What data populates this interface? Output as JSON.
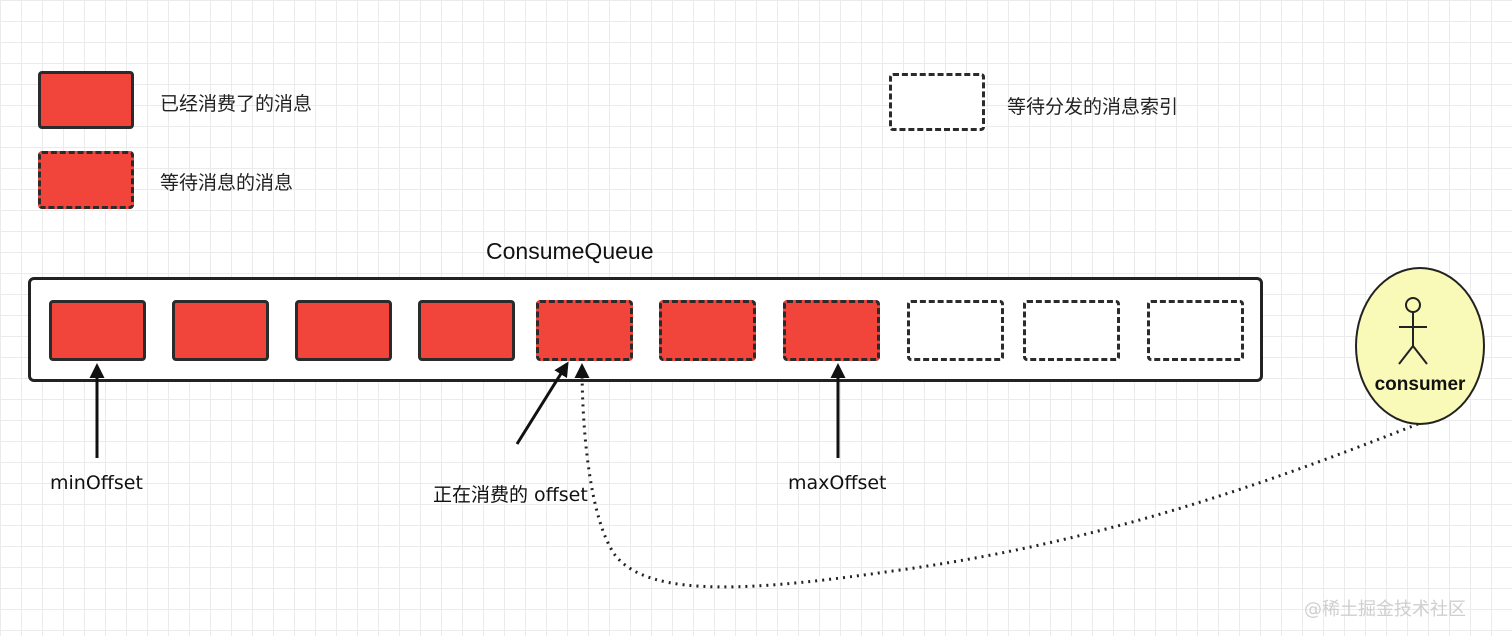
{
  "legend": {
    "consumed": "已经消费了的消息",
    "waiting": "等待消息的消息",
    "pending_index": "等待分发的消息索引"
  },
  "queue": {
    "title": "ConsumeQueue",
    "slots": [
      "consumed",
      "consumed",
      "consumed",
      "consumed",
      "waiting",
      "waiting",
      "waiting",
      "pending",
      "pending",
      "pending"
    ]
  },
  "pointers": {
    "min": "minOffset",
    "current": "正在消费的 offset",
    "max": "maxOffset"
  },
  "actor": {
    "label": "consumer"
  },
  "watermark": "@稀土掘金技术社区",
  "colors": {
    "message_fill": "#f1443a",
    "actor_fill": "#fafab8",
    "border": "#2b2b2b"
  }
}
